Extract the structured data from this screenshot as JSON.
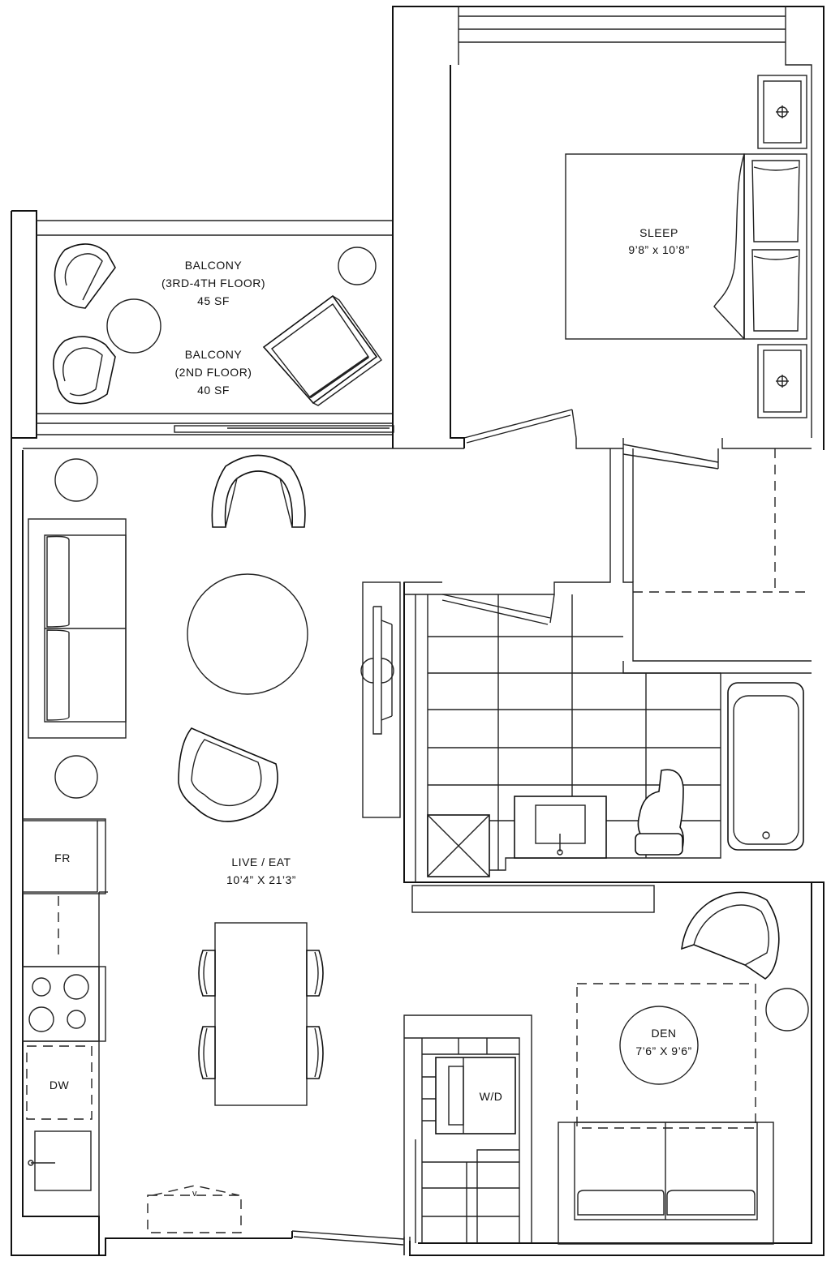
{
  "rooms": {
    "balcony_upper": {
      "name": "BALCONY",
      "floors": "(3RD-4TH FLOOR)",
      "area": "45 SF"
    },
    "balcony_lower": {
      "name": "BALCONY",
      "floors": "(2ND FLOOR)",
      "area": "40 SF"
    },
    "sleep": {
      "name": "SLEEP",
      "size": "9’8” x 10’8”"
    },
    "live_eat": {
      "name": "LIVE / EAT",
      "size": "10’4” X 21’3”"
    },
    "den": {
      "name": "DEN",
      "size": "7’6” X 9’6”"
    }
  },
  "appliances": {
    "fridge": "FR",
    "dishwasher": "DW",
    "washer_dryer": "W/D",
    "vent": "v"
  }
}
